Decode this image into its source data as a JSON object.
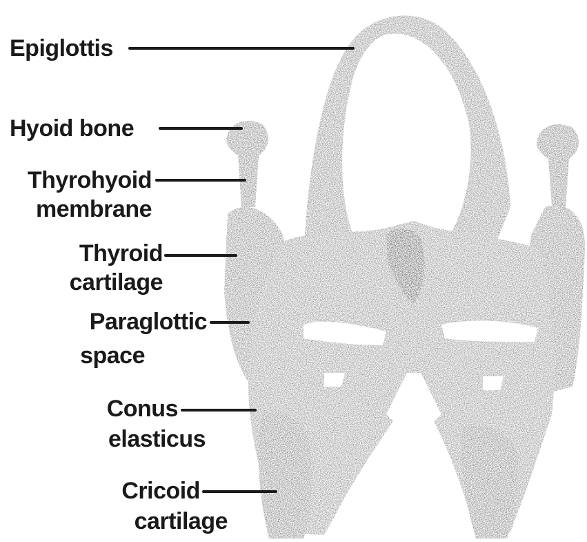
{
  "labels": {
    "epiglottis": "Epiglottis",
    "hyoid_bone": "Hyoid bone",
    "thyrohyoid_1": "Thyrohyoid",
    "thyrohyoid_2": "membrane",
    "thyroid_cart_1": "Thyroid",
    "thyroid_cart_2": "cartilage",
    "paraglottic_1": "Paraglottic",
    "paraglottic_2": "space",
    "conus_1": "Conus",
    "conus_2": "elasticus",
    "cricoid_1": "Cricoid",
    "cricoid_2": "cartilage"
  },
  "colors": {
    "ink": "#1a1a1a",
    "tissue": "#6b6b6b",
    "background": "#ffffff"
  }
}
